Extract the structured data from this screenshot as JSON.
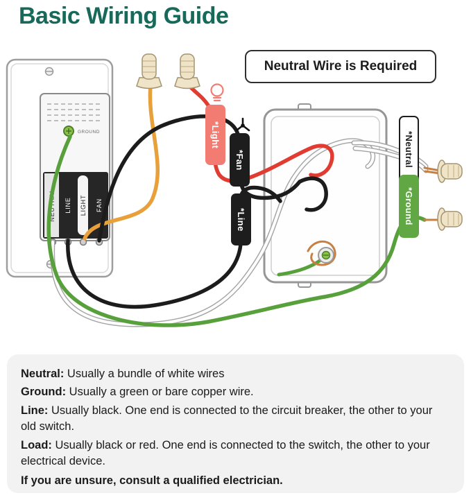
{
  "title": "Basic Wiring Guide",
  "callout": {
    "text": "Neutral Wire is Required"
  },
  "diagram": {
    "switch": {
      "ground_label": "GROUND",
      "terminals": [
        "NEUTRAL",
        "LINE",
        "LIGHT",
        "FAN"
      ]
    },
    "tags": {
      "light": "*Light",
      "fan": "*Fan",
      "line": "*Line",
      "neutral": "*Neutral",
      "ground": "*Ground"
    },
    "icons": [
      "light-bulb-icon",
      "ceiling-fan-icon",
      "wire-nut-icon",
      "ground-screw-icon"
    ],
    "colors": {
      "title_teal": "#17695a",
      "light_tag_red": "#f27b72",
      "black_tag": "#1d1d1d",
      "ground_green": "#61a744",
      "wire_red": "#e03c31",
      "wire_yellow": "#e8a13a",
      "wire_green": "#58a03c",
      "wire_black": "#1c1c1c",
      "wire_white": "#ffffff",
      "copper": "#c87f42"
    }
  },
  "notes": {
    "items": [
      {
        "label": "Neutral:",
        "text": " Usually a bundle of white wires"
      },
      {
        "label": "Ground:",
        "text": " Usually a green or bare copper wire."
      },
      {
        "label": "Line:",
        "text": " Usually black. One end is connected to the circuit breaker, the other to your old switch."
      },
      {
        "label": "Load:",
        "text": " Usually black or red. One end is connected to the switch, the other to your electrical device."
      }
    ],
    "footer": "If you are unsure, consult a qualified electrician."
  }
}
